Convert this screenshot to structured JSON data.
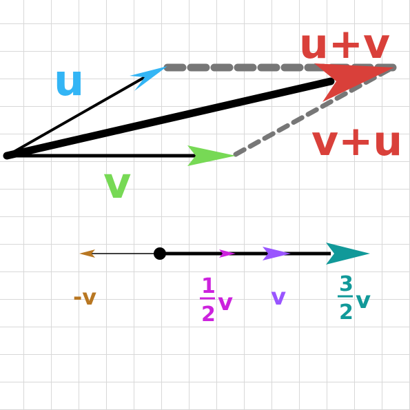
{
  "labels": {
    "u": "u",
    "v": "v",
    "u_plus_v": "u+v",
    "v_plus_u": "v+u",
    "neg_v": "-v",
    "half_num": "1",
    "half_den": "2",
    "half_v": "v",
    "v_scaled": "v",
    "three_halves_num": "3",
    "three_halves_den": "2",
    "three_halves_v": "v"
  },
  "colors": {
    "u": "#33b5f5",
    "v": "#77d955",
    "sum": "#d9403a",
    "neg_v": "#b87722",
    "half_v": "#cc22dd",
    "v_scaled": "#9955ff",
    "three_halves_v": "#119999",
    "grid": "#d8d8d8",
    "dashed": "#777777",
    "ink": "#000000"
  }
}
